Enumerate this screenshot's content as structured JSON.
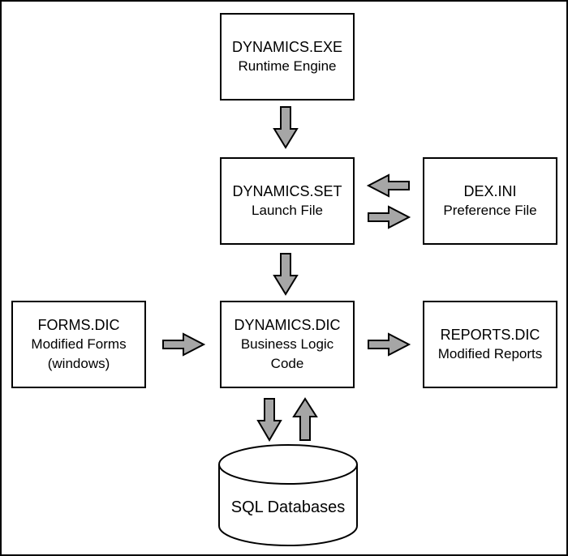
{
  "nodes": {
    "exe": {
      "title": "DYNAMICS.EXE",
      "subtitle": "Runtime Engine"
    },
    "set": {
      "title": "DYNAMICS.SET",
      "subtitle": "Launch File"
    },
    "ini": {
      "title": "DEX.INI",
      "subtitle": "Preference File"
    },
    "forms": {
      "title": "FORMS.DIC",
      "subtitle_lines": [
        "Modified Forms",
        "(windows)"
      ]
    },
    "dic": {
      "title": "DYNAMICS.DIC",
      "subtitle_lines": [
        "Business Logic",
        "Code"
      ]
    },
    "reports": {
      "title": "REPORTS.DIC",
      "subtitle": "Modified Reports"
    }
  },
  "database": {
    "label": "SQL Databases"
  },
  "colors": {
    "arrow_fill": "#a6a6a6",
    "stroke": "#000000",
    "background": "#ffffff"
  }
}
